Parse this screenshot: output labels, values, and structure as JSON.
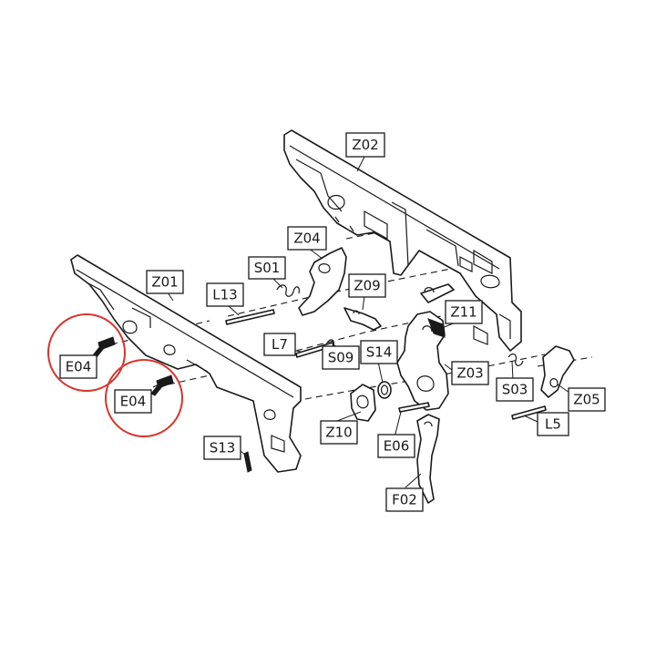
{
  "labels": {
    "z02": "Z02",
    "z04": "Z04",
    "s01": "S01",
    "z01": "Z01",
    "l13": "L13",
    "z09": "Z09",
    "z11": "Z11",
    "l7": "L7",
    "s09": "S09",
    "s14": "S14",
    "z03": "Z03",
    "s03": "S03",
    "z05": "Z05",
    "e04_a": "E04",
    "e04_b": "E04",
    "z10": "Z10",
    "e06": "E06",
    "l5": "L5",
    "s13": "S13",
    "f02": "F02"
  },
  "colors": {
    "line": "#1a1a1a",
    "highlight_ring": "#d8332a",
    "background": "#ffffff"
  }
}
